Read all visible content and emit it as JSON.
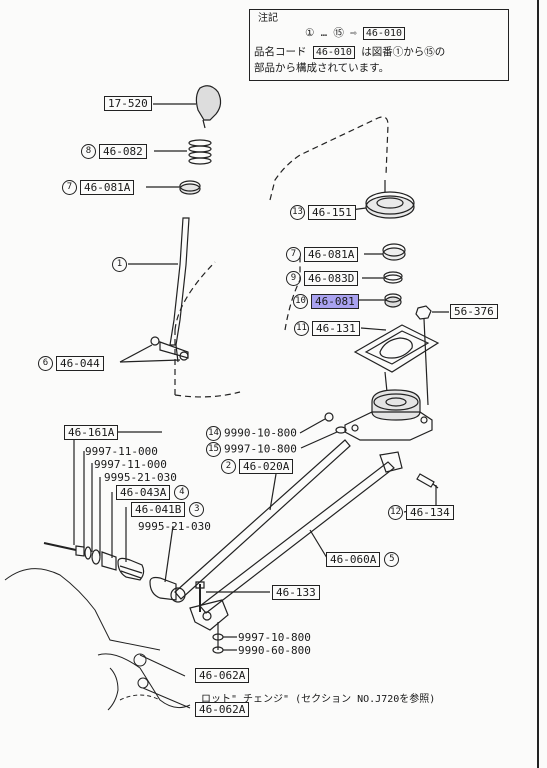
{
  "note": {
    "title": "注記",
    "range_start": "①",
    "range_dots": "…",
    "range_end": "⑮",
    "arrow": "⇨",
    "target_part": "46-010",
    "line2_pre": "品名コード",
    "line2_code": "46-010",
    "line2_mid": "は図番",
    "line2_num1": "①",
    "line2_from": "から",
    "line2_num2": "⑮",
    "line2_post": "の",
    "line3": "部品から構成されています。"
  },
  "labels": {
    "l_17520": {
      "num": "",
      "code": "17-520"
    },
    "l_46082": {
      "num": "8",
      "code": "46-082"
    },
    "l_46081A_left": {
      "num": "7",
      "code": "46-081A"
    },
    "l_lever": {
      "num": "1",
      "code": ""
    },
    "l_46044": {
      "num": "6",
      "code": "46-044"
    },
    "l_46151": {
      "num": "13",
      "code": "46-151"
    },
    "l_46081A_right": {
      "num": "7",
      "code": "46-081A"
    },
    "l_46083D": {
      "num": "9",
      "code": "46-083D"
    },
    "l_46081": {
      "num": "10",
      "code": "46-081"
    },
    "l_56376": {
      "num": "",
      "code": "56-376"
    },
    "l_46131": {
      "num": "11",
      "code": "46-131"
    },
    "l_46161A": {
      "num": "",
      "code": "46-161A"
    },
    "l_9990_10_800": {
      "num": "14",
      "code": "9990-10-800"
    },
    "l_9997_10_800a": {
      "num": "15",
      "code": "9997-10-800"
    },
    "l_46020A": {
      "num": "2",
      "code": "46-020A"
    },
    "l_9997_11_000a": {
      "num": "",
      "code": "9997-11-000"
    },
    "l_9997_11_000b": {
      "num": "",
      "code": "9997-11-000"
    },
    "l_9995_21_030a": {
      "num": "",
      "code": "9995-21-030"
    },
    "l_46043A": {
      "num": "4",
      "code": "46-043A"
    },
    "l_46041B": {
      "num": "3",
      "code": "46-041B"
    },
    "l_9995_21_030b": {
      "num": "",
      "code": "9995-21-030"
    },
    "l_46134": {
      "num": "12",
      "code": "46-134"
    },
    "l_46060A": {
      "num": "5",
      "code": "46-060A"
    },
    "l_46133": {
      "num": "",
      "code": "46-133"
    },
    "l_9997_10_800b": {
      "num": "",
      "code": "9997-10-800"
    },
    "l_9990_60_800": {
      "num": "",
      "code": "9990-60-800"
    },
    "l_46062A_a": {
      "num": "",
      "code": "46-062A"
    },
    "l_46062A_b": {
      "num": "",
      "code": "46-062A"
    }
  },
  "bottom_note": "ロット\" チェンジ\" (セクション NO.J720を参照)"
}
